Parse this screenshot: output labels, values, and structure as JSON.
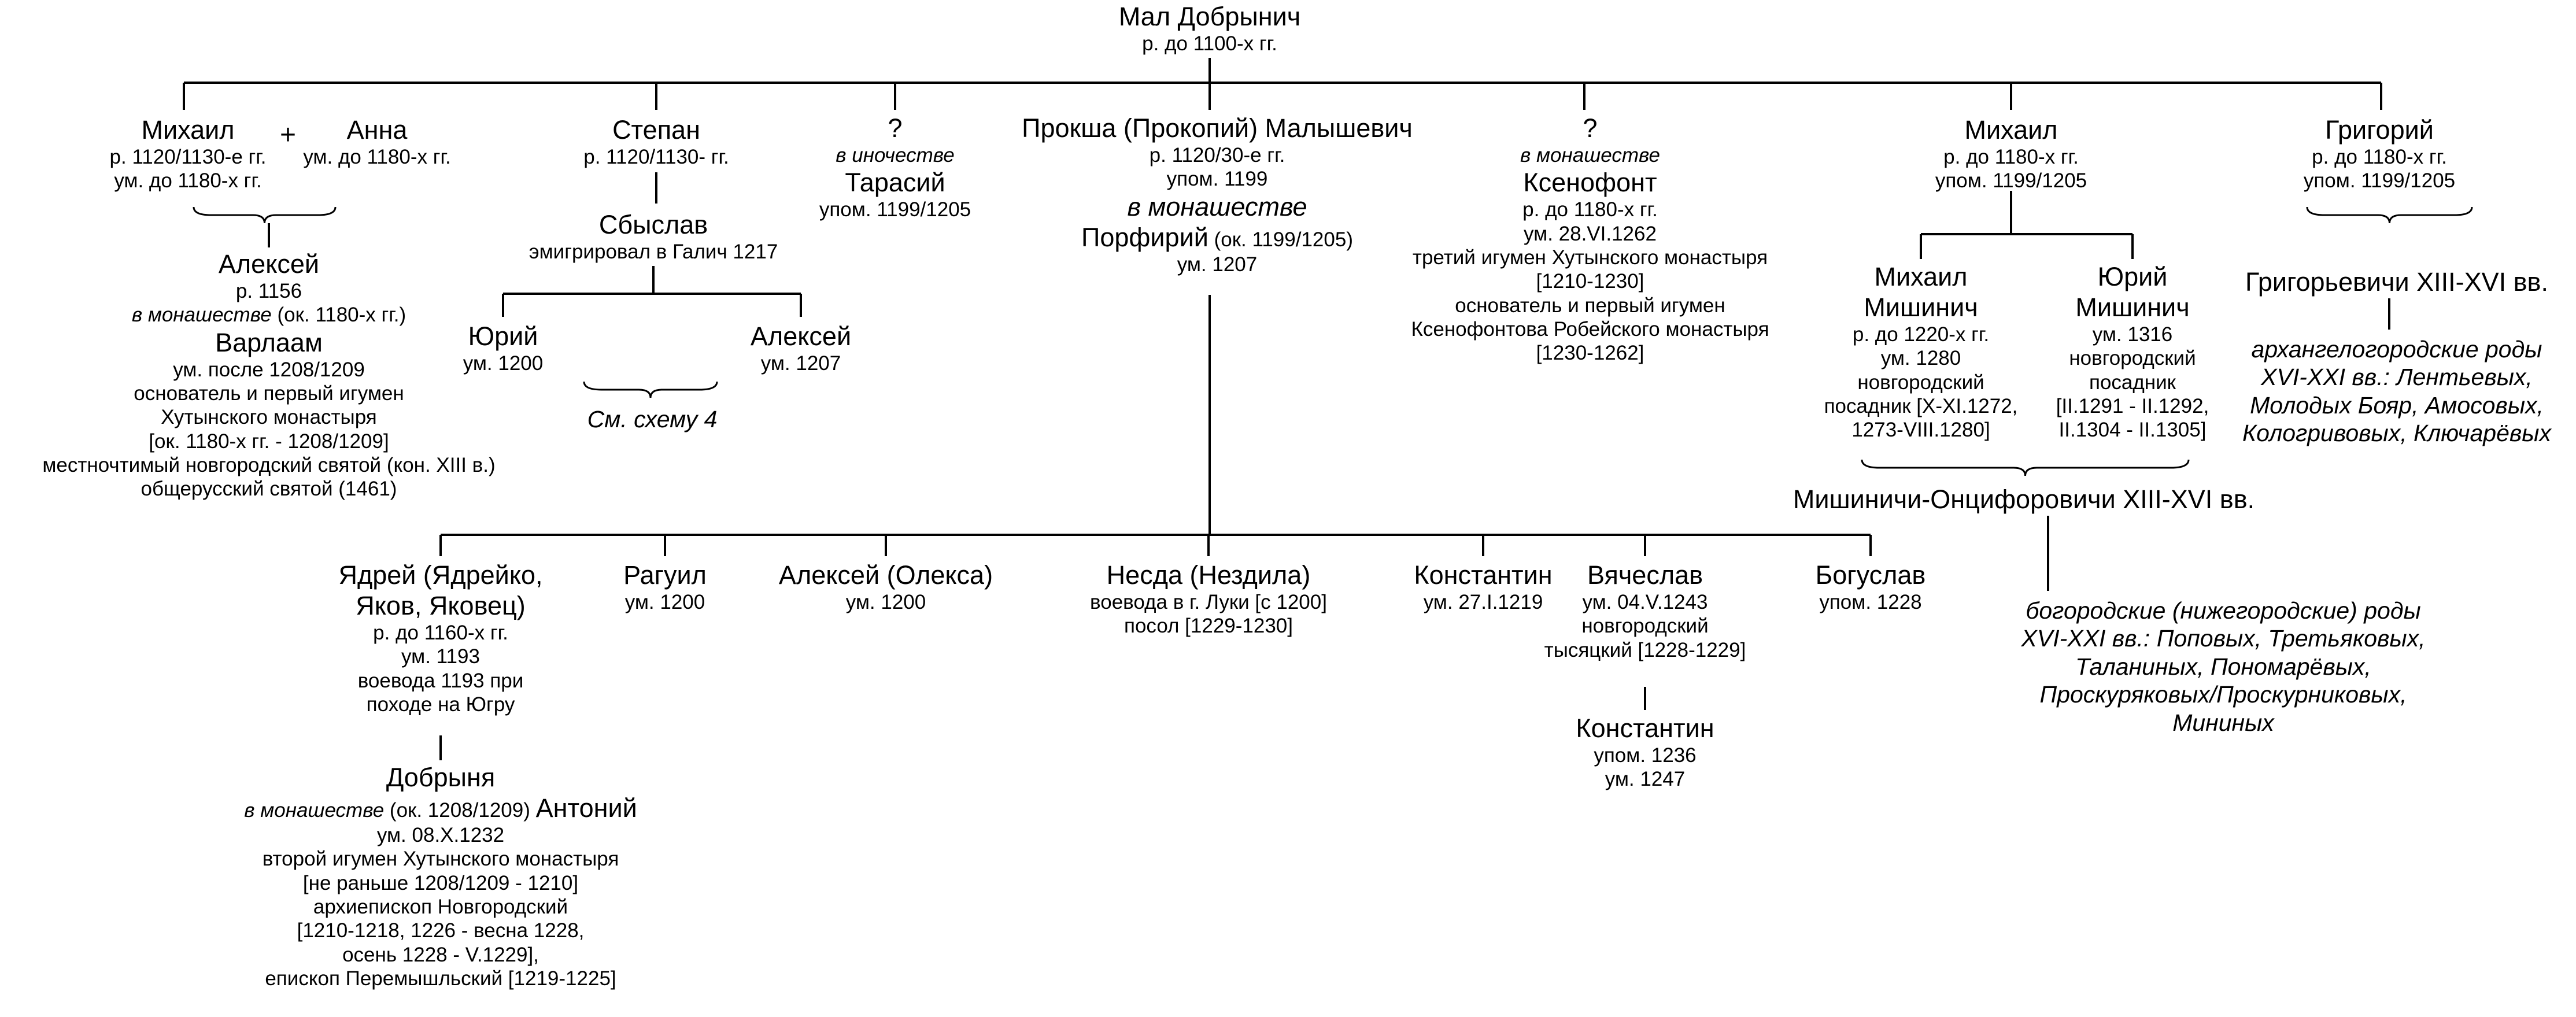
{
  "tree": {
    "root": {
      "name": "Мал Добрынич",
      "lines": [
        "р. до 1100-х гг."
      ]
    },
    "plus": "+",
    "mikhail1": {
      "name": "Михаил",
      "lines": [
        "р. 1120/1130-е гг.",
        "ум. до 1180-х гг."
      ]
    },
    "anna": {
      "name": "Анна",
      "lines": [
        "ум. до 1180-х гг."
      ]
    },
    "aleksei1": {
      "name": "Алексей",
      "born": "р. 1156",
      "monastic_italic": "в монашестве",
      "monastic_rest": " (ок. 1180-х гг.)",
      "monastic_name": "Варлаам",
      "lines": [
        "ум. после 1208/1209",
        "основатель и первый игумен",
        "Хутынского монастыря",
        "[ок. 1180-х гг. - 1208/1209]",
        "местночтимый новгородский святой (кон. XIII в.)",
        "общерусский святой (1461)"
      ]
    },
    "stepan": {
      "name": "Степан",
      "lines": [
        "р. 1120/1130- гг."
      ]
    },
    "sbyslav": {
      "name": "Сбыслав",
      "lines": [
        "эмигрировал в Галич 1217"
      ]
    },
    "yuri1": {
      "name": "Юрий",
      "lines": [
        "ум. 1200"
      ]
    },
    "aleksei2": {
      "name": "Алексей",
      "lines": [
        "ум. 1207"
      ]
    },
    "see_scheme": "См. схему 4",
    "unknown1": {
      "name": "?",
      "monastic": "в иночестве",
      "monastic_name": "Тарасий",
      "lines": [
        "упом. 1199/1205"
      ]
    },
    "proksha": {
      "name": "Прокша (Прокопий) Малышевич",
      "lines": [
        "р. 1120/30-е гг.",
        "упом. 1199"
      ],
      "monastic": "в монашестве",
      "monastic_name": "Порфирий",
      "monastic_note": " (ок. 1199/1205)",
      "died": "ум. 1207"
    },
    "unknown2": {
      "name": "?",
      "monastic": "в монашестве",
      "monastic_name": "Ксенофонт",
      "lines": [
        "р. до 1180-х гг.",
        "ум. 28.VI.1262",
        "третий игумен Хутынского монастыря",
        "[1210-1230]",
        "основатель и первый игумен",
        "Ксенофонтова Робейского монастыря",
        "[1230-1262]"
      ]
    },
    "mikhail2": {
      "name": "Михаил",
      "lines": [
        "р. до 1180-х гг.",
        "упом. 1199/1205"
      ]
    },
    "mikhail_mishinich": {
      "name1": "Михаил",
      "name2": "Мишинич",
      "lines": [
        "р. до 1220-х гг.",
        "ум. 1280",
        "новгородский",
        "посадник [X-XI.1272,",
        "1273-VIII.1280]"
      ]
    },
    "yuri_mishinich": {
      "name1": "Юрий",
      "name2": "Мишинич",
      "lines": [
        "ум. 1316",
        "новгородский",
        "посадник",
        "[II.1291 - II.1292,",
        "II.1304 - II.1305]"
      ]
    },
    "mishinichi": "Мишиничи-Онцифоровичи XIII-XVI вв.",
    "bogorodsk": [
      "богородские (нижегородские) роды",
      "XVI-XXI вв.: Поповых, Третьяковых,",
      "Таланиных, Пономарёвых,",
      "Проскуряковых/Проскурниковых,",
      "Мининых"
    ],
    "grigori": {
      "name": "Григорий",
      "lines": [
        "р. до 1180-х гг.",
        "упом. 1199/1205"
      ]
    },
    "grigorievichi": "Григорьевичи XIII-XVI вв.",
    "arkhangelsk": [
      "архангелогородские роды",
      "XVI-XXI вв.: Лентьевых,",
      "Молодых Бояр, Амосовых,",
      "Кологривовых, Ключарёвых"
    ],
    "yadrei": {
      "name": [
        "Ядрей (Ядрейко,",
        "Яков, Яковец)"
      ],
      "lines": [
        "р. до 1160-х гг.",
        "ум. 1193",
        "воевода 1193 при",
        "походе на Югру"
      ]
    },
    "dobrynya": {
      "name": "Добрыня",
      "monastic_italic": "в монашестве",
      "monastic_note": " (ок. 1208/1209) ",
      "monastic_name": "Антоний",
      "lines": [
        "ум. 08.X.1232",
        "второй игумен Хутынского монастыря",
        "[не раньше 1208/1209 - 1210]",
        "архиепископ Новгородский",
        "[1210-1218, 1226 - весна 1228,",
        "осень 1228 - V.1229],",
        "епископ Перемышльский [1219-1225]"
      ]
    },
    "raguil": {
      "name": "Рагуил",
      "lines": [
        "ум. 1200"
      ]
    },
    "aleksei_oleksa": {
      "name": "Алексей (Олекса)",
      "lines": [
        "ум. 1200"
      ]
    },
    "nesda": {
      "name": "Несда (Нездила)",
      "lines": [
        "воевода в г. Луки [с 1200]",
        "посол [1229-1230]"
      ]
    },
    "konstantin1": {
      "name": "Константин",
      "lines": [
        "ум. 27.I.1219"
      ]
    },
    "vyacheslav": {
      "name": "Вячеслав",
      "lines": [
        "ум. 04.V.1243",
        "новгородский",
        "тысяцкий [1228-1229]"
      ]
    },
    "konstantin2": {
      "name": "Константин",
      "lines": [
        "упом. 1236",
        "ум. 1247"
      ]
    },
    "boguslav": {
      "name": "Богуслав",
      "lines": [
        "упом. 1228"
      ]
    }
  }
}
